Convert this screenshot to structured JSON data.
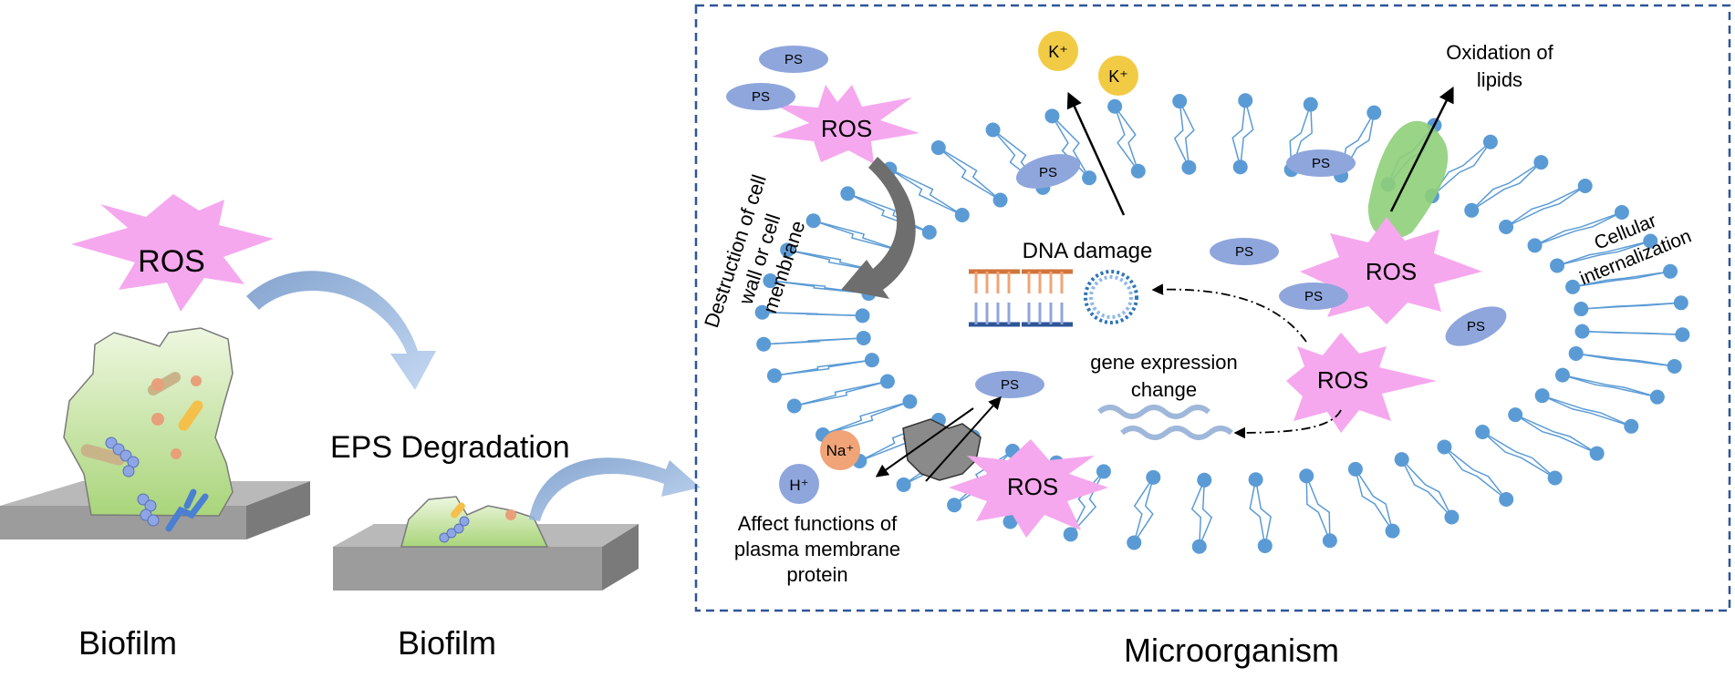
{
  "left_panel": {
    "ros_label": "ROS",
    "biofilm_label_1": "Biofilm",
    "eps_label": "EPS Degradation",
    "biofilm_label_2": "Biofilm"
  },
  "right_panel": {
    "title": "Microorganism",
    "ros_top_left": "ROS",
    "ros_right": "ROS",
    "ros_center_right": "ROS",
    "ros_bottom": "ROS",
    "ps": "PS",
    "k_ion": "K⁺",
    "na_ion": "Na⁺",
    "h_ion": "H⁺",
    "dna_damage": "DNA damage",
    "gene_line1": "gene expression",
    "gene_line2": "change",
    "oxidation_line1": "Oxidation of",
    "oxidation_line2": "lipids",
    "cellular_line1": "Cellular",
    "cellular_line2": "internalization",
    "destruction_line1": "Destruction of cell",
    "destruction_line2": "wall or cell",
    "destruction_line3": "membrane",
    "affect_line1": "Affect functions of",
    "affect_line2": "plasma membrane",
    "affect_line3": "protein"
  },
  "colors": {
    "ros": "#f5a8ee",
    "ps": "#8fa6dc",
    "lipid_head": "#5b9bd5",
    "k_ion": "#f2cb45",
    "na_ion": "#f0a477",
    "h_ion": "#8fa6dc",
    "biofilm": "#c8e6a6",
    "border": "#2e5597"
  }
}
